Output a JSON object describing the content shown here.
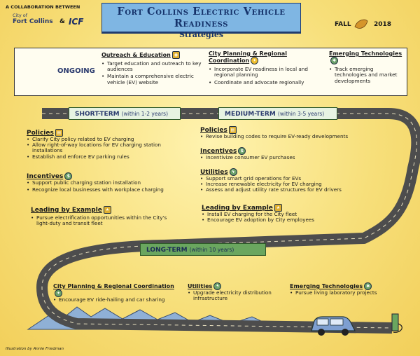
{
  "header": {
    "collab_line1": "A COLLABORATION BETWEEN",
    "city_of": "City of",
    "fort_collins": "Fort Collins",
    "and": "&",
    "icf": "ICF",
    "title": "Fort Collins Electric Vehicle Readiness",
    "subtitle": "Strategies",
    "season": "FALL",
    "year": "2018"
  },
  "ongoing": {
    "label": "ONGOING",
    "categories": [
      {
        "title": "Outreach & Education",
        "bullets": [
          "Target education and outreach to key audiences",
          "Maintain a comprehensive electric vehicle (EV) website"
        ]
      },
      {
        "title": "City Planning & Regional Coordination",
        "bullets": [
          "Incorporate EV readiness in local and regional planning",
          "Coordinate and advocate regionally"
        ]
      },
      {
        "title": "Emerging Technologies",
        "bullets": [
          "Track emerging technologies and market developments"
        ]
      }
    ]
  },
  "short_term": {
    "banner": "SHORT-TERM",
    "banner_sub": "(within 1-2 years)",
    "policies": {
      "title": "Policies",
      "bullets": [
        "Clarify City policy related to EV charging",
        "Allow right-of-way locations for EV charging station installations",
        "Establish and enforce EV parking rules"
      ]
    },
    "incentives": {
      "title": "Incentives",
      "bullets": [
        "Support public charging station installation",
        "Recognize local businesses with workplace charging"
      ]
    },
    "leading": {
      "title": "Leading by Example",
      "bullets": [
        "Pursue electrification opportunities within the City's light-duty and transit fleet"
      ]
    }
  },
  "medium_term": {
    "banner": "MEDIUM-TERM",
    "banner_sub": "(within 3-5 years)",
    "policies": {
      "title": "Policies",
      "bullets": [
        "Revise building codes to require EV-ready developments"
      ]
    },
    "incentives": {
      "title": "Incentives",
      "bullets": [
        "Incentivize consumer EV purchases"
      ]
    },
    "utilities": {
      "title": "Utilities",
      "bullets": [
        "Support smart grid operations for EVs",
        "Increase renewable electricity for EV charging",
        "Assess and adjust utility rate structures for EV drivers"
      ]
    },
    "leading": {
      "title": "Leading by Example",
      "bullets": [
        "Install EV charging for the City fleet",
        "Encourage EV adoption by City employees"
      ]
    }
  },
  "long_term": {
    "banner": "LONG-TERM",
    "banner_sub": "(within 10 years)",
    "city_planning": {
      "title": "City Planning & Regional Coordination",
      "bullets": [
        "Encourage EV ride-hailing and car sharing"
      ]
    },
    "utilities": {
      "title": "Utilities",
      "bullets": [
        "Upgrade electricity distribution infrastructure"
      ]
    },
    "emerging": {
      "title": "Emerging Technologies",
      "bullets": [
        "Pursue living laboratory projects"
      ]
    }
  },
  "credit": "Illustration by Annie Friedman",
  "colors": {
    "banner_blue": "#7fb6e3",
    "road": "#5a5a5a",
    "green": "#6aa65f",
    "bg": "#f7df7a"
  }
}
